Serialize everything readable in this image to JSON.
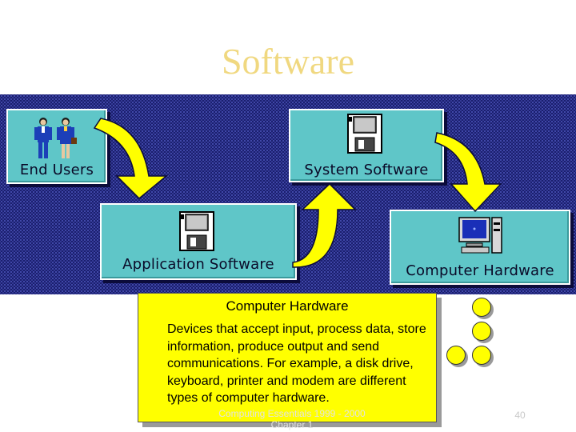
{
  "slide": {
    "title": "Software",
    "footer_line1": "Computing Essentials 1999 - 2000",
    "footer_line2": "Chapter 1",
    "page_number": "40"
  },
  "diagram": {
    "nodes": [
      {
        "id": "end-users",
        "label": "End Users",
        "icon": "people-icon"
      },
      {
        "id": "system-software",
        "label": "System Software",
        "icon": "floppy-disk-icon"
      },
      {
        "id": "application-software",
        "label": "Application Software",
        "icon": "floppy-disk-icon"
      },
      {
        "id": "computer-hardware",
        "label": "Computer Hardware",
        "icon": "computer-icon"
      }
    ],
    "arrows": [
      {
        "from": "end-users",
        "to": "application-software"
      },
      {
        "from": "application-software",
        "to": "system-software"
      },
      {
        "from": "system-software",
        "to": "computer-hardware"
      }
    ],
    "colors": {
      "background": "#1a1f6e",
      "box": "#5fc6c8",
      "arrow": "#ffff00"
    }
  },
  "callout": {
    "title": "Computer Hardware",
    "body": "Devices that accept input, process data, store information, produce output and send communications.  For example, a disk drive, keyboard, printer and modem are different types of computer hardware."
  },
  "colors": {
    "title": "#f0d880",
    "callout": "#ffff00"
  }
}
